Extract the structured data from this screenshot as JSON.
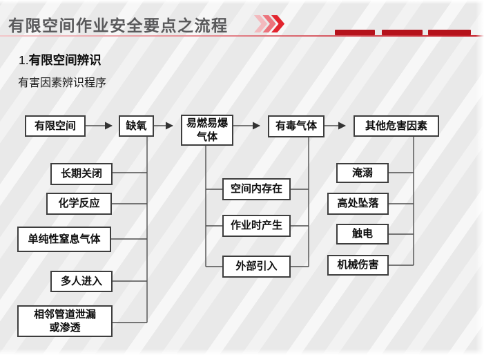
{
  "header": {
    "title": "有限空间作业安全要点之流程",
    "decor": {
      "chevron_icon": "triple-chevron-right",
      "chevron_colors": [
        "#f3b9bd",
        "#ec737c",
        "#e2242e"
      ],
      "dash_color": "#b5121b",
      "underline_color": "#c21520",
      "dash_count": 3
    }
  },
  "section": {
    "number": "1.",
    "title": "有限空间辨识",
    "subtitle": "有害因素辨识程序"
  },
  "flowchart": {
    "top_row": [
      {
        "id": "confined-space",
        "label": "有限空间"
      },
      {
        "id": "oxygen-deficiency",
        "label": "缺氧"
      },
      {
        "id": "flammable-explosive-gas",
        "label": "易燃易爆\n气体"
      },
      {
        "id": "toxic-gas",
        "label": "有毒气体"
      },
      {
        "id": "other-hazards",
        "label": "其他危害因素"
      }
    ],
    "oxygen_deficiency_causes": [
      {
        "label": "长期关闭"
      },
      {
        "label": "化学反应"
      },
      {
        "label": "单纯性窒息气体"
      },
      {
        "label": "多人进入"
      },
      {
        "label": "相邻管道泄漏\n或渗透"
      }
    ],
    "gas_sources": [
      {
        "label": "空间内存在"
      },
      {
        "label": "作业时产生"
      },
      {
        "label": "外部引入"
      }
    ],
    "other_hazard_types": [
      {
        "label": "淹溺"
      },
      {
        "label": "高处坠落"
      },
      {
        "label": "触电"
      },
      {
        "label": "机械伤害"
      }
    ]
  }
}
